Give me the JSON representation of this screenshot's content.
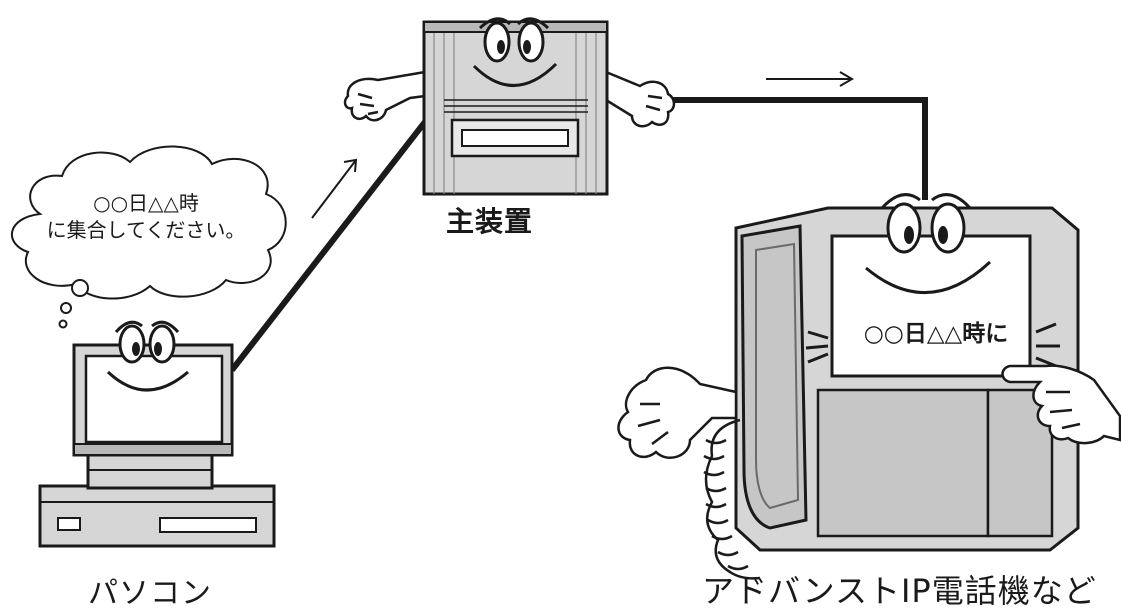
{
  "labels": {
    "main_unit": "主装置",
    "pc": "パソコン",
    "phone": "アドバンストIP電話機など"
  },
  "speech_bubble": {
    "line1": "○○日△△時",
    "line2": "に集合してください。"
  },
  "phone_screen_text": "○○日△△時に",
  "colors": {
    "line": "#1a1a1a",
    "device_fill": "#d6d6d6",
    "device_dark": "#9a9a9a",
    "screen": "#ffffff"
  }
}
